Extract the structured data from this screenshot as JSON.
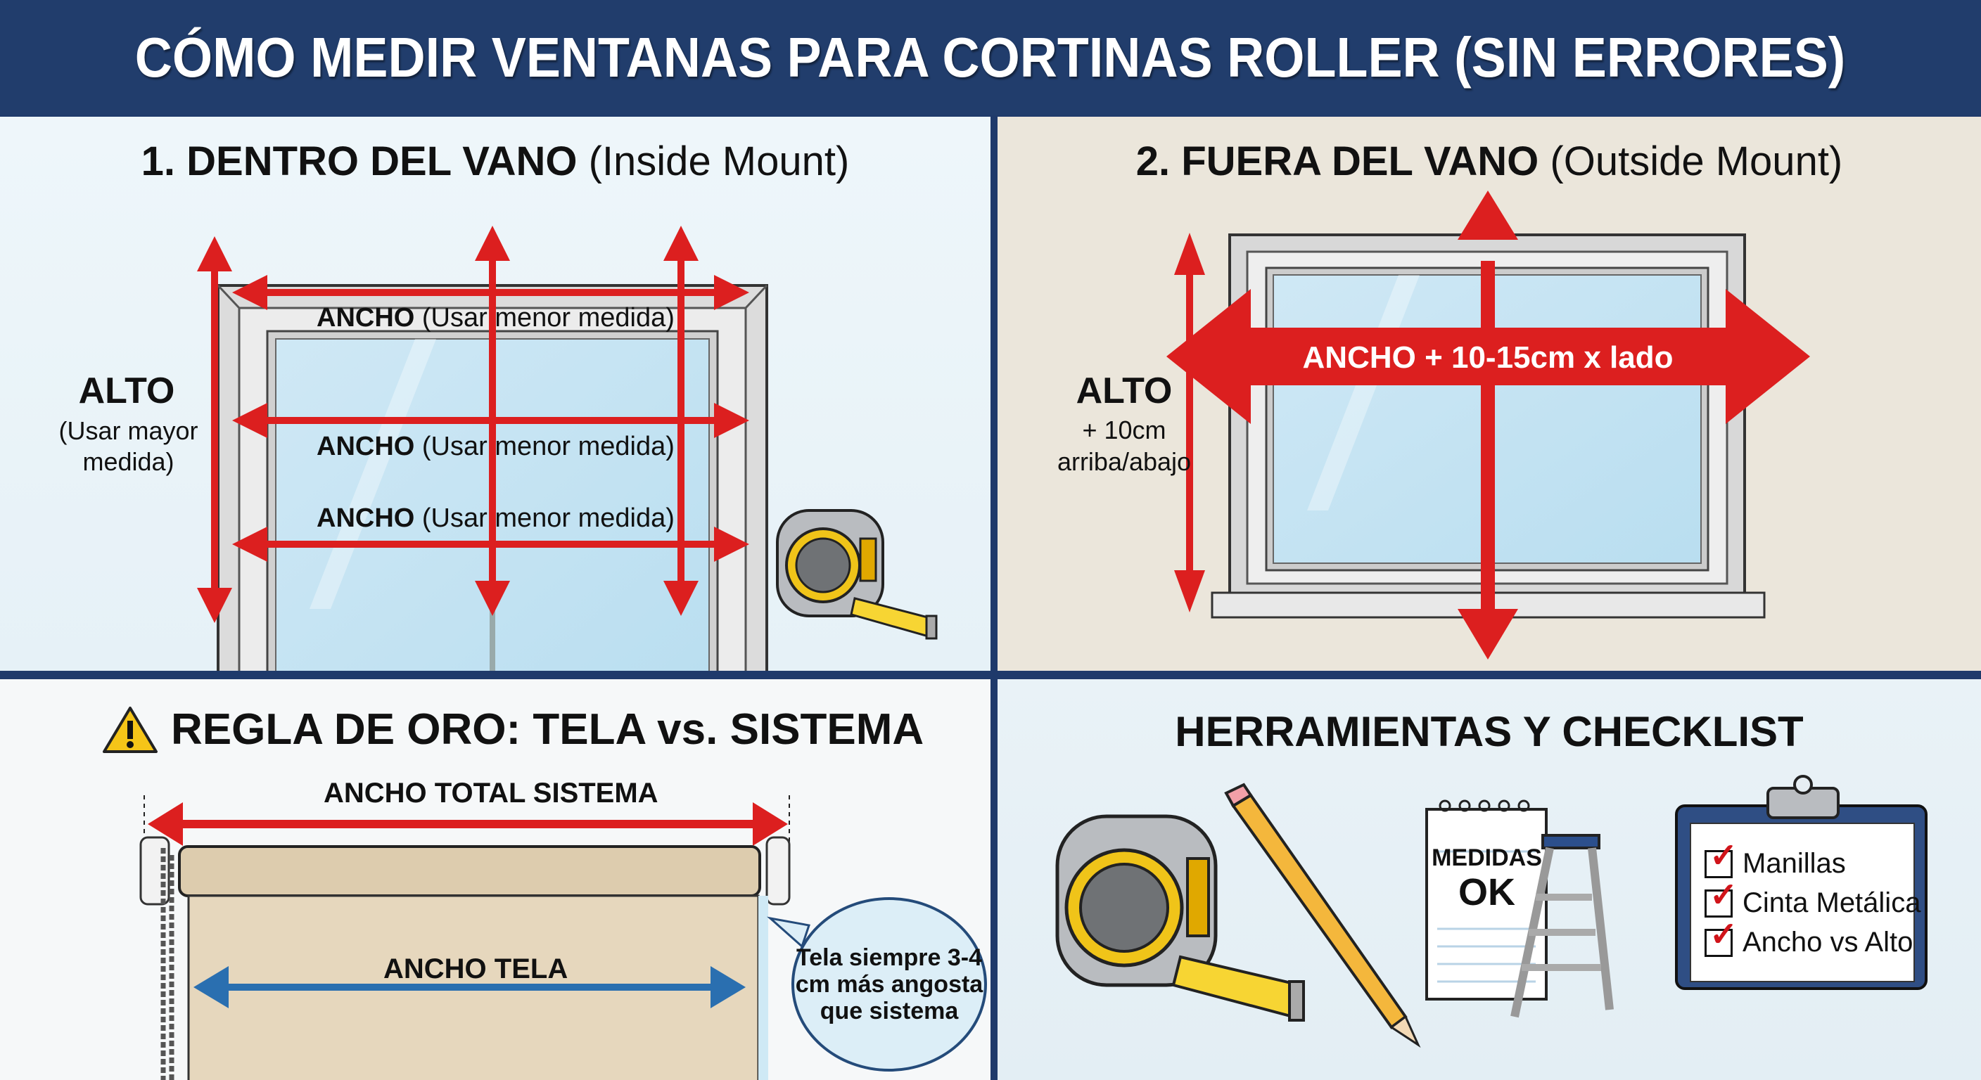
{
  "header": {
    "title": "CÓMO MEDIR VENTANAS PARA CORTINAS ROLLER (SIN ERRORES)"
  },
  "colors": {
    "header_bg": "#213d6c",
    "arrow_red": "#dc1f1f",
    "arrow_blue": "#2a6fb0",
    "fabric": "#e2d3b8"
  },
  "inside_mount": {
    "title_bold": "1. DENTRO DEL VANO",
    "title_light": "(Inside Mount)",
    "alto_label": "ALTO",
    "alto_note": "(Usar mayor medida)",
    "ancho_rows": [
      {
        "bold": "ANCHO",
        "note": "(Usar menor medida)"
      },
      {
        "bold": "ANCHO",
        "note": "(Usar menor medida)"
      },
      {
        "bold": "ANCHO",
        "note": "(Usar menor medida)"
      }
    ],
    "icon": "tape-measure-icon"
  },
  "outside_mount": {
    "title_bold": "2. FUERA DEL VANO",
    "title_light": "(Outside Mount)",
    "alto_label": "ALTO",
    "alto_note_1": "+ 10cm",
    "alto_note_2": "arriba/abajo",
    "ancho_label": "ANCHO + 10-15cm x lado"
  },
  "golden_rule": {
    "title": "REGLA DE ORO: TELA vs. SISTEMA",
    "icon": "warning-icon",
    "system_width_label": "ANCHO TOTAL SISTEMA",
    "fabric_width_label": "ANCHO TELA",
    "callout": "Tela siempre 3-4 cm más angosta que sistema"
  },
  "tools": {
    "title": "HERRAMIENTAS Y CHECKLIST",
    "notepad_line1": "MEDIDAS",
    "notepad_line2": "OK",
    "checklist": [
      {
        "label": "Manillas",
        "checked": true
      },
      {
        "label": "Cinta Metálica",
        "checked": true
      },
      {
        "label": "Ancho vs Alto",
        "checked": true
      }
    ],
    "icons": [
      "tape-measure-icon",
      "pencil-icon",
      "notepad-icon",
      "ladder-icon",
      "clipboard-icon"
    ]
  }
}
